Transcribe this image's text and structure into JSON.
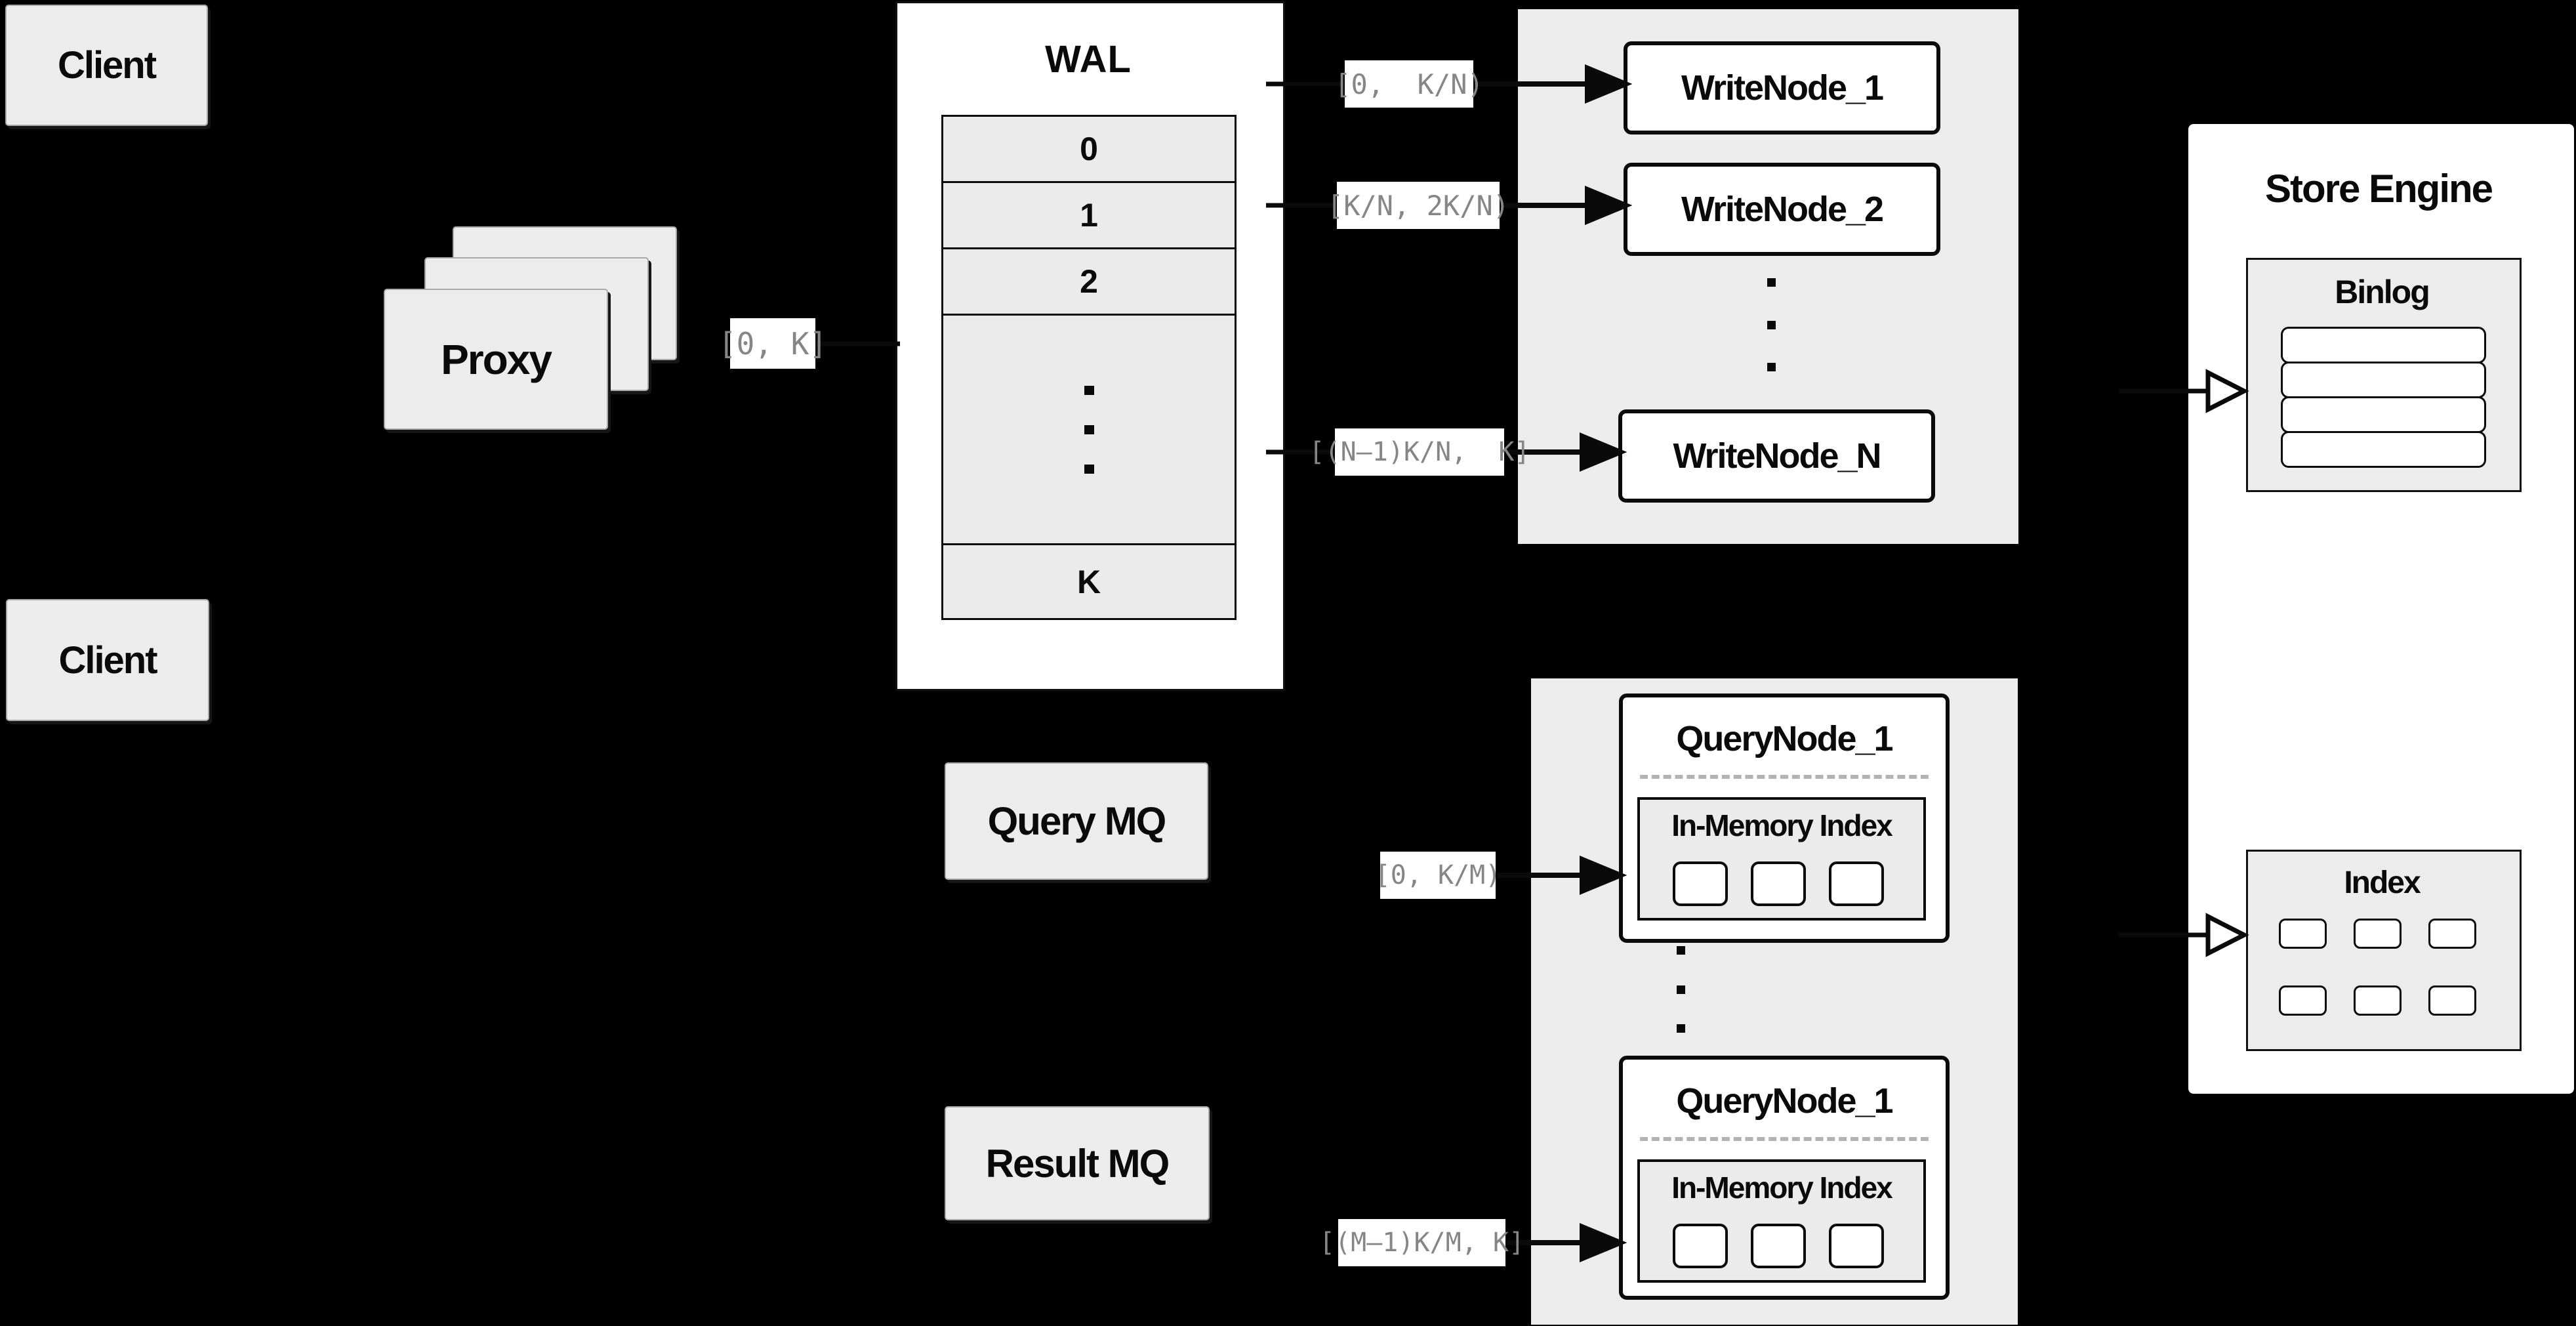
{
  "colors": {
    "background": "#000000",
    "panel_gray": "#ececec",
    "card_white": "#ffffff",
    "range_label_text": "#868686",
    "line_black": "#0a0a0a"
  },
  "client_top": {
    "label": "Client"
  },
  "client_bottom": {
    "label": "Client"
  },
  "proxy": {
    "label": "Proxy"
  },
  "range_labels": {
    "proxy_to_wal": "[0, K]",
    "write_node_1": "[0,  K/N)",
    "write_node_2": "[K/N, 2K/N)",
    "write_node_n": "[(N–1)K/N,  K]",
    "query_node_top": "[0, K/M)",
    "query_node_bottom": "[(M–1)K/M, K]"
  },
  "wal": {
    "title": "WAL",
    "rows": [
      "0",
      "1",
      "2"
    ],
    "last_row": "K"
  },
  "write_panel": {
    "nodes": [
      "WriteNode_1",
      "WriteNode_2",
      "WriteNode_N"
    ]
  },
  "store_engine": {
    "title": "Store Engine",
    "binlog_title": "Binlog",
    "index_title": "Index"
  },
  "queues": {
    "query_mq": "Query MQ",
    "result_mq": "Result MQ"
  },
  "query_panel": {
    "node_top": {
      "title": "QueryNode_1",
      "index_title": "In-Memory Index"
    },
    "node_bottom": {
      "title": "QueryNode_1",
      "index_title": "In-Memory Index"
    }
  }
}
